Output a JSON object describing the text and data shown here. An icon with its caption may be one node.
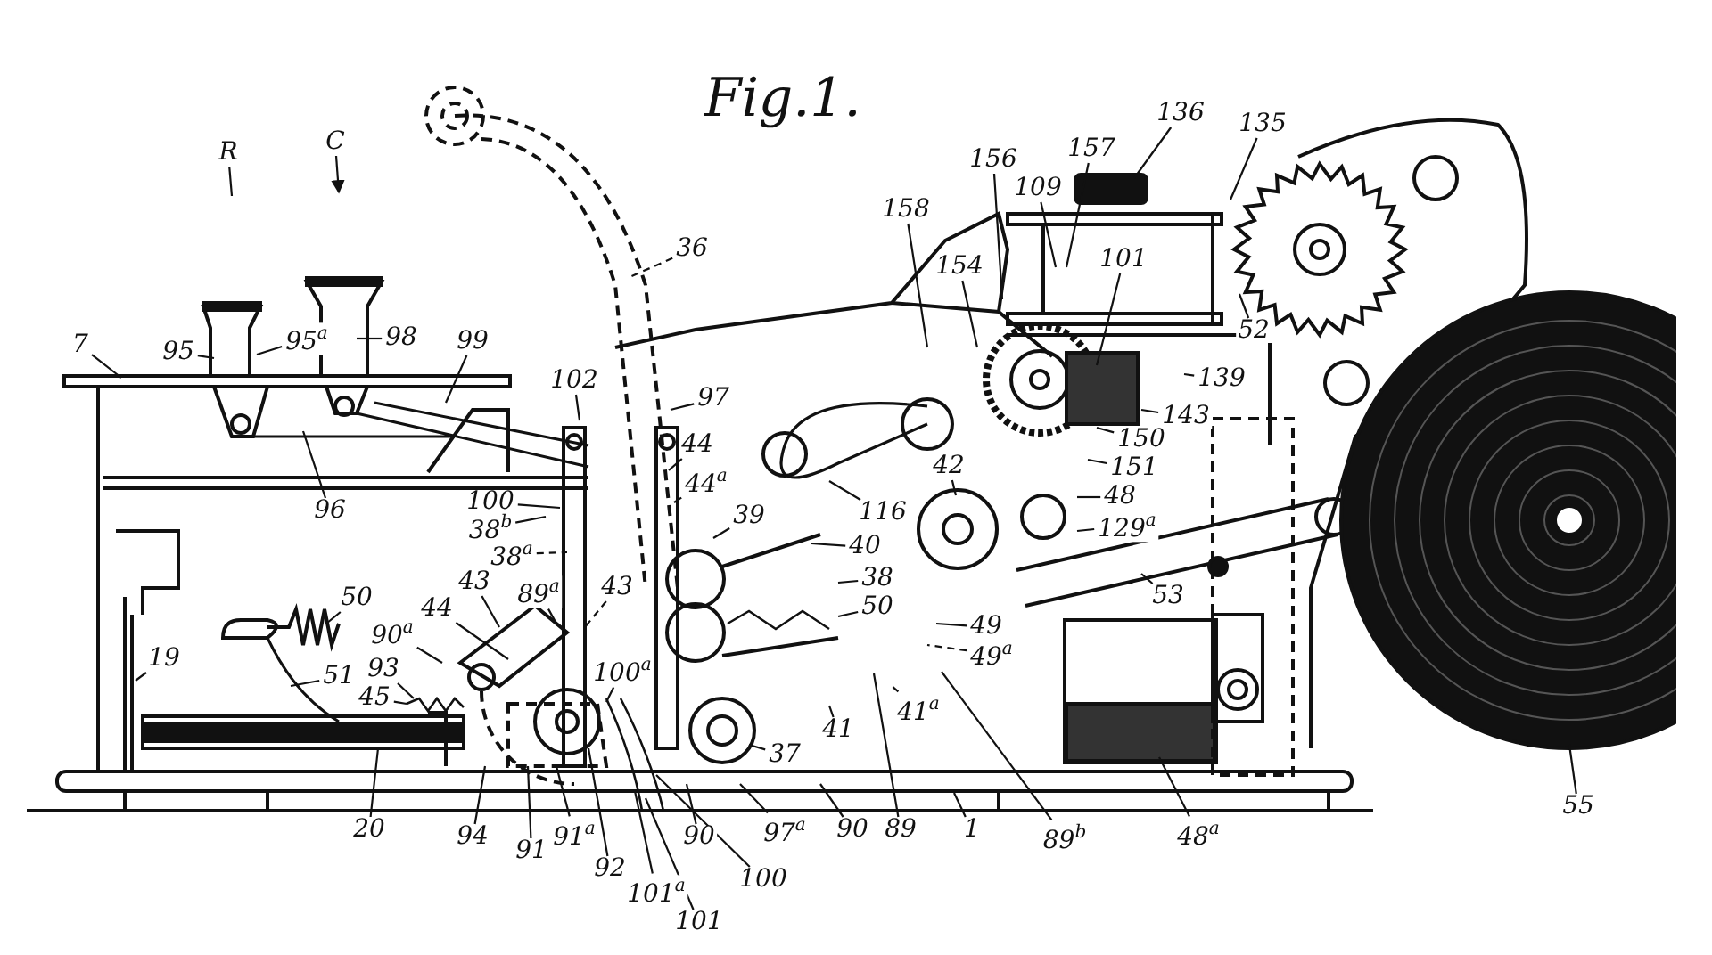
{
  "diagram": {
    "title": "Fig.1.",
    "nodes": [
      {
        "text": [
          "C"
        ]
      },
      {
        "text": [
          "R"
        ]
      },
      {
        "text": [
          "136"
        ]
      },
      {
        "text": [
          "135"
        ]
      },
      {
        "text": [
          "157"
        ]
      },
      {
        "text": [
          "156"
        ]
      },
      {
        "text": [
          "109"
        ]
      },
      {
        "text": [
          "158"
        ]
      },
      {
        "text": [
          "36"
        ]
      },
      {
        "text": [
          "101"
        ]
      },
      {
        "text": [
          "154"
        ]
      },
      {
        "text": [
          "52"
        ]
      },
      {
        "text": [
          "98"
        ]
      },
      {
        "text": [
          "95$^{a}$"
        ]
      },
      {
        "text": [
          "95"
        ]
      },
      {
        "text": [
          "7"
        ]
      },
      {
        "text": [
          "99"
        ]
      },
      {
        "text": [
          "102"
        ]
      },
      {
        "text": [
          "139"
        ]
      },
      {
        "text": [
          "97"
        ]
      },
      {
        "text": [
          "143"
        ]
      },
      {
        "text": [
          "44"
        ]
      },
      {
        "text": [
          "150"
        ]
      },
      {
        "text": [
          "42"
        ]
      },
      {
        "text": [
          "151"
        ]
      },
      {
        "text": [
          "44$^{a}$"
        ]
      },
      {
        "text": [
          "48"
        ]
      },
      {
        "text": [
          "96"
        ]
      },
      {
        "text": [
          "100"
        ]
      },
      {
        "text": [
          "116"
        ]
      },
      {
        "text": [
          "129$^{a}$"
        ]
      },
      {
        "text": [
          "39"
        ]
      },
      {
        "text": [
          "38$^{b}$"
        ]
      },
      {
        "text": [
          "40"
        ]
      },
      {
        "text": [
          "38$^{a}$"
        ]
      },
      {
        "text": [
          "38"
        ]
      },
      {
        "text": [
          "53"
        ]
      },
      {
        "text": [
          "50"
        ]
      },
      {
        "text": [
          "44"
        ]
      },
      {
        "text": [
          "43"
        ]
      },
      {
        "text": [
          "89$^{a}$"
        ]
      },
      {
        "text": [
          "43"
        ]
      },
      {
        "text": [
          "50"
        ]
      },
      {
        "text": [
          "49"
        ]
      },
      {
        "text": [
          "90$^{a}$"
        ]
      },
      {
        "text": [
          "19"
        ]
      },
      {
        "text": [
          "49$^{a}$"
        ]
      },
      {
        "text": [
          "100$^{a}$"
        ]
      },
      {
        "text": [
          "93"
        ]
      },
      {
        "text": [
          "51"
        ]
      },
      {
        "text": [
          "45"
        ]
      },
      {
        "text": [
          "41$^{a}$"
        ]
      },
      {
        "text": [
          "41"
        ]
      },
      {
        "text": [
          "37"
        ]
      },
      {
        "text": [
          "55"
        ]
      },
      {
        "text": [
          "89"
        ]
      },
      {
        "text": [
          "90"
        ]
      },
      {
        "text": [
          "97$^{a}$"
        ]
      },
      {
        "text": [
          "91$^{a}$"
        ]
      },
      {
        "text": [
          "20"
        ]
      },
      {
        "text": [
          "1"
        ]
      },
      {
        "text": [
          "48$^{a}$"
        ]
      },
      {
        "text": [
          "89$^{b}$"
        ]
      },
      {
        "text": [
          "94"
        ]
      },
      {
        "text": [
          "91"
        ]
      },
      {
        "text": [
          "90"
        ]
      },
      {
        "text": [
          "92"
        ]
      },
      {
        "text": [
          "100"
        ]
      },
      {
        "text": [
          "101$^{a}$"
        ]
      },
      {
        "text": [
          "101"
        ]
      }
    ],
    "edges": [
      {
        "from": 0,
        "to": null,
        "arrow": "to"
      },
      {
        "from": 1,
        "to": null,
        "arrow": "none"
      },
      {
        "from": 2,
        "to": null,
        "arrow": "none"
      },
      {
        "from": 3,
        "to": null,
        "arrow": "none"
      },
      {
        "from": 4,
        "to": null,
        "arrow": "none"
      },
      {
        "from": 5,
        "to": null,
        "arrow": "none"
      },
      {
        "from": 6,
        "to": null,
        "arrow": "none"
      },
      {
        "from": 7,
        "to": null,
        "arrow": "none"
      },
      {
        "from": 8,
        "to": null,
        "arrow": "none",
        "style": "dashed"
      },
      {
        "from": 9,
        "to": null,
        "arrow": "none"
      },
      {
        "from": 10,
        "to": null,
        "arrow": "none"
      },
      {
        "from": 11,
        "to": null,
        "arrow": "none"
      },
      {
        "from": 12,
        "to": null,
        "arrow": "none"
      },
      {
        "from": 13,
        "to": null,
        "arrow": "none"
      },
      {
        "from": 14,
        "to": null,
        "arrow": "none"
      },
      {
        "from": 15,
        "to": null,
        "arrow": "none"
      },
      {
        "from": 16,
        "to": null,
        "arrow": "none"
      },
      {
        "from": 17,
        "to": null,
        "arrow": "none"
      },
      {
        "from": 18,
        "to": null,
        "arrow": "none"
      },
      {
        "from": 19,
        "to": null,
        "arrow": "none"
      },
      {
        "from": 20,
        "to": null,
        "arrow": "none"
      },
      {
        "from": 21,
        "to": null,
        "arrow": "none"
      },
      {
        "from": 22,
        "to": null,
        "arrow": "none"
      },
      {
        "from": 23,
        "to": null,
        "arrow": "none"
      },
      {
        "from": 24,
        "to": null,
        "arrow": "none"
      },
      {
        "from": 25,
        "to": null,
        "arrow": "none"
      },
      {
        "from": 26,
        "to": null,
        "arrow": "none"
      },
      {
        "from": 27,
        "to": null,
        "arrow": "none"
      },
      {
        "from": 28,
        "to": null,
        "arrow": "none"
      },
      {
        "from": 29,
        "to": null,
        "arrow": "none"
      },
      {
        "from": 30,
        "to": null,
        "arrow": "none"
      },
      {
        "from": 31,
        "to": null,
        "arrow": "none"
      },
      {
        "from": 32,
        "to": null,
        "arrow": "none"
      },
      {
        "from": 33,
        "to": null,
        "arrow": "none"
      },
      {
        "from": 34,
        "to": null,
        "arrow": "none",
        "style": "dashed"
      },
      {
        "from": 35,
        "to": null,
        "arrow": "none"
      },
      {
        "from": 36,
        "to": null,
        "arrow": "none"
      },
      {
        "from": 37,
        "to": null,
        "arrow": "none"
      },
      {
        "from": 38,
        "to": null,
        "arrow": "none"
      },
      {
        "from": 39,
        "to": null,
        "arrow": "none"
      },
      {
        "from": 40,
        "to": null,
        "arrow": "none"
      },
      {
        "from": 41,
        "to": null,
        "arrow": "none",
        "style": "dashed"
      },
      {
        "from": 42,
        "to": null,
        "arrow": "none"
      },
      {
        "from": 43,
        "to": null,
        "arrow": "none"
      },
      {
        "from": 44,
        "to": null,
        "arrow": "none"
      },
      {
        "from": 45,
        "to": null,
        "arrow": "none"
      },
      {
        "from": 46,
        "to": null,
        "arrow": "none",
        "style": "dashed"
      },
      {
        "from": 47,
        "to": null,
        "arrow": "none"
      },
      {
        "from": 48,
        "to": null,
        "arrow": "none"
      },
      {
        "from": 49,
        "to": null,
        "arrow": "none"
      },
      {
        "from": 50,
        "to": null,
        "arrow": "none"
      },
      {
        "from": 51,
        "to": null,
        "arrow": "none",
        "style": "dashed"
      },
      {
        "from": 52,
        "to": null,
        "arrow": "none"
      },
      {
        "from": 53,
        "to": null,
        "arrow": "none"
      },
      {
        "from": 54,
        "to": null,
        "arrow": "none"
      },
      {
        "from": 55,
        "to": null,
        "arrow": "none"
      },
      {
        "from": 56,
        "to": null,
        "arrow": "none"
      },
      {
        "from": 57,
        "to": null,
        "arrow": "none"
      },
      {
        "from": 58,
        "to": null,
        "arrow": "none"
      },
      {
        "from": 59,
        "to": null,
        "arrow": "none"
      },
      {
        "from": 60,
        "to": null,
        "arrow": "none"
      },
      {
        "from": 61,
        "to": null,
        "arrow": "none"
      },
      {
        "from": 62,
        "to": null,
        "arrow": "none"
      },
      {
        "from": 63,
        "to": null,
        "arrow": "none"
      },
      {
        "from": 64,
        "to": null,
        "arrow": "none"
      },
      {
        "from": 65,
        "to": null,
        "arrow": "none"
      },
      {
        "from": 66,
        "to": null,
        "arrow": "none"
      },
      {
        "from": 67,
        "to": null,
        "arrow": "none"
      },
      {
        "from": 68,
        "to": null,
        "arrow": "none"
      },
      {
        "from": 69,
        "to": null,
        "arrow": "none"
      }
    ]
  }
}
